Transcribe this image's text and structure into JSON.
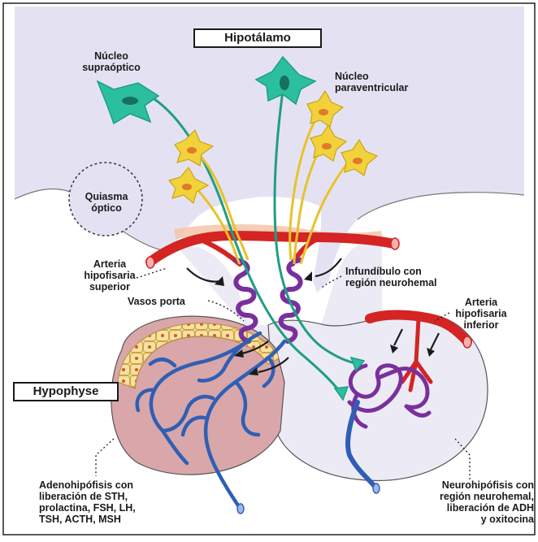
{
  "labels": {
    "hipotalamo": "Hipotálamo",
    "nucleo_supraoptico": "Núcleo\nsupraóptico",
    "nucleo_paraventricular": "Núcleo\nparaventricular",
    "quiasma_optico": "Quiasma\nóptico",
    "arteria_hipofisaria_superior": "Arteria\nhipofisaria\nsuperior",
    "infundibulo": "Infundíbulo con\nregión neurohemal",
    "vasos_porta": "Vasos porta",
    "arteria_hipofisaria_inferior": "Arteria\nhipofisaria\ninferior",
    "hypophyse": "Hypophyse",
    "adenohipofisis": "Adenohipófisis con\nliberación de STH,\nprolactina, FSH, LH,\nTSH, ACTH, MSH",
    "neurohipofisis": "Neurohipófisis con\nregión neurohemal,\nliberación de ADH\ny oxitocina"
  },
  "colors": {
    "hypothalamus": "#e4e2f2",
    "adenohypophysis": "#d9a7a9",
    "adeno_cells": "#f3d98a",
    "neurohypophysis": "#ecebf5",
    "artery": "#d42424",
    "portal_vessels": "#2f5fb5",
    "capillary_loops": "#7a2f9e",
    "supraoptic_neuron": "#2bbf9f",
    "paraventricular_neuron": "#f2d23a"
  }
}
